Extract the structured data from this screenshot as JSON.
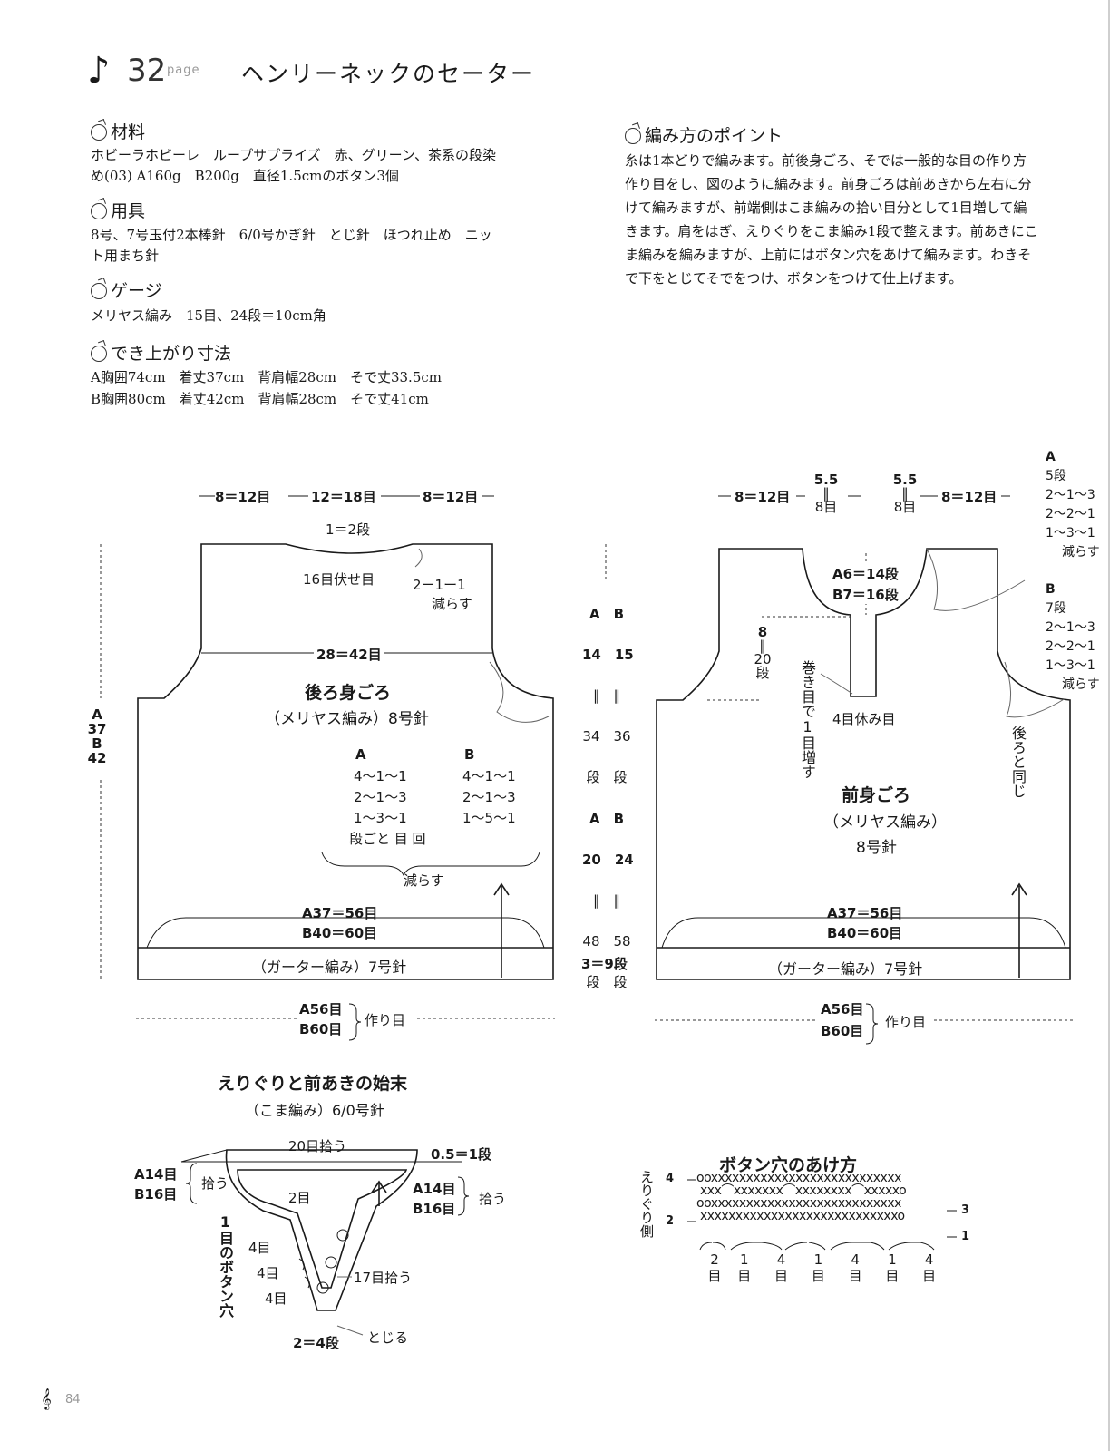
{
  "header": {
    "page_ref": "32",
    "page_word": "page",
    "title": "ヘンリーネックのセーター"
  },
  "materials": {
    "heading": "材料",
    "line1": "ホビーラホビーレ　ループサプライズ　赤、グリーン、茶系の段染",
    "line2": "め(03) A160g　B200g　直径1.5cmのボタン3個"
  },
  "tools": {
    "heading": "用具",
    "line1": "8号、7号玉付2本棒針　6/0号かぎ針　とじ針　ほつれ止め　ニッ",
    "line2": "ト用まち針"
  },
  "gauge": {
    "heading": "ゲージ",
    "line1": "メリヤス編み　15目、24段＝10cm角"
  },
  "finished_size": {
    "heading": "でき上がり寸法",
    "line_a": "A胸囲74cm　着丈37cm　背肩幅28cm　そで丈33.5cm",
    "line_b": "B胸囲80cm　着丈42cm　背肩幅28cm　そで丈41cm"
  },
  "points": {
    "heading": "編み方のポイント",
    "lines": [
      "糸は1本どりで編みます。前後身ごろ、そでは一般的な目の作り方",
      "作り目をし、図のように編みます。前身ごろは前あきから左右に分",
      "けて編みますが、前端側はこま編みの拾い目分として1目増して編",
      "きます。肩をはぎ、えりぐりをこま編み1段で整えます。前あきにこ",
      "ま編みを編みますが、上前にはボタン穴をあけて編みます。わきそ",
      "で下をとじてそでをつけ、ボタンをつけて仕上げます。"
    ]
  },
  "back": {
    "top_left": "8＝12目",
    "top_mid": "12＝18目",
    "top_right": "8＝12目",
    "neck_rows": "1＝2段",
    "bind_off": "16目伏せ目",
    "neck_dec_1": "2ー1ー1",
    "neck_dec_2": "減らす",
    "width": "28＝42目",
    "title": "後ろ身ごろ",
    "subtitle": "（メリヤス編み）8号針",
    "dec_a_head": "A",
    "dec_a": [
      "4〜1〜1",
      "2〜1〜3",
      "1〜3〜1"
    ],
    "dec_b_head": "B",
    "dec_b": [
      "4〜1〜1",
      "2〜1〜3",
      "1〜5〜1"
    ],
    "dec_note": "段ごと 目 回",
    "dec_note2": "減らす",
    "stitch_a": "A37＝56目",
    "stitch_b": "B40＝60目",
    "ribbing": "（ガーター編み）7号針",
    "ribbing_rows": "3＝9段",
    "cast_a": "A56目",
    "cast_b": "B60目",
    "cast_label": "作り目",
    "height_a_label": "A",
    "height_a": "37",
    "height_b_label": "B",
    "height_b": "42"
  },
  "middle": {
    "armhole_ab": "A　B",
    "armhole_vals": "14　15",
    "armhole_eq": "‖　‖",
    "armhole_rows": "34　36",
    "armhole_dan": "段　段",
    "body_ab": "A　B",
    "body_vals": "20　24",
    "body_eq": "‖　‖",
    "body_rows": "48　58",
    "body_dan": "段　段"
  },
  "front": {
    "top_left": "8＝12目",
    "neck_l_num": "5.5",
    "neck_l_eq": "‖",
    "neck_l_st": "8目",
    "neck_r_num": "5.5",
    "neck_r_eq": "‖",
    "neck_r_st": "8目",
    "top_right": "8＝12目",
    "neck_a": "A6＝14段",
    "neck_b": "B7＝16段",
    "placket_num": "8",
    "placket_eq": "‖",
    "placket_rows": "20",
    "placket_dan": "段",
    "cast_on_note": "巻き目で1目増す",
    "hold": "4目休み目",
    "same_as_back": "後ろと同じ",
    "title": "前身ごろ",
    "subtitle": "（メリヤス編み）",
    "needle": "8号針",
    "stitch_a": "A37＝56目",
    "stitch_b": "B40＝60目",
    "ribbing": "（ガーター編み）7号針",
    "cast_a": "A56目",
    "cast_b": "B60目",
    "cast_label": "作り目",
    "shape_a_head": "A",
    "shape_a_rows": "5段",
    "shape_a": [
      "2〜1〜3",
      "2〜2〜1",
      "1〜3〜1"
    ],
    "shape_a_note": "減らす",
    "shape_b_head": "B",
    "shape_b_rows": "7段",
    "shape_b": [
      "2〜1〜3",
      "2〜2〜1",
      "1〜3〜1"
    ],
    "shape_b_note": "減らす"
  },
  "neck_finish": {
    "title": "えりぐりと前あきの始末",
    "subtitle": "（こま編み）6/0号針",
    "pick_top": "20目拾う",
    "edge_rows": "0.5＝1段",
    "left_a": "A14目",
    "left_b": "B16目",
    "left_pick": "拾う",
    "right_a": "A14目",
    "right_b": "B16目",
    "right_pick": "拾う",
    "two": "2目",
    "four1": "4目",
    "four2": "4目",
    "four3": "4目",
    "pick17": "17目拾う",
    "bottom_rows": "2＝4段",
    "close": "とじる",
    "first_hole": "1目のボタン穴"
  },
  "buttonhole": {
    "title": "ボタン穴のあけ方",
    "side_label": "えりぐり側",
    "row4": "4",
    "row2": "2",
    "row3": "3",
    "row1": "1",
    "counts": [
      "2",
      "1",
      "4",
      "1",
      "4",
      "1",
      "4"
    ],
    "unit": "目"
  },
  "footer": {
    "page_number": "84"
  }
}
